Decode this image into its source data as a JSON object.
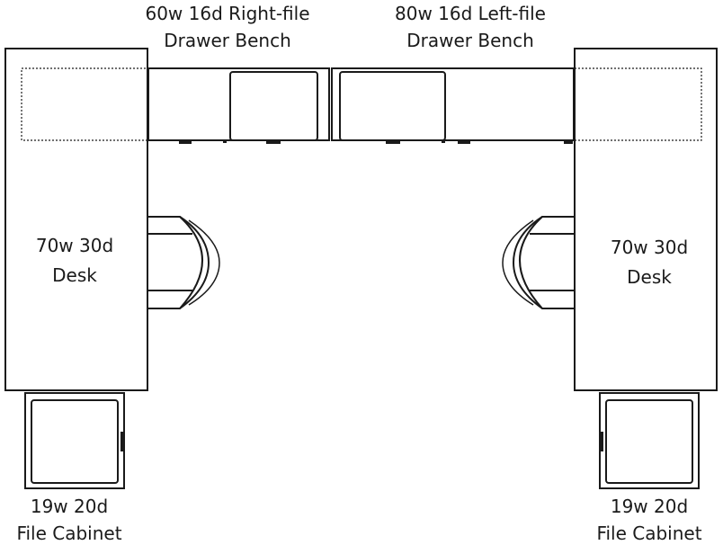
{
  "labels": {
    "bench_right_line1": "60w 16d Right-file",
    "bench_right_line2": "Drawer Bench",
    "bench_left_line1": "80w 16d Left-file",
    "bench_left_line2": "Drawer Bench",
    "desk_left_line1": "70w 30d",
    "desk_left_line2": "Desk",
    "desk_right_line1": "70w 30d",
    "desk_right_line2": "Desk",
    "cabinet_left_line1": "19w 20d",
    "cabinet_left_line2": "File Cabinet",
    "cabinet_right_line1": "19w 20d",
    "cabinet_right_line2": "File Cabinet"
  }
}
